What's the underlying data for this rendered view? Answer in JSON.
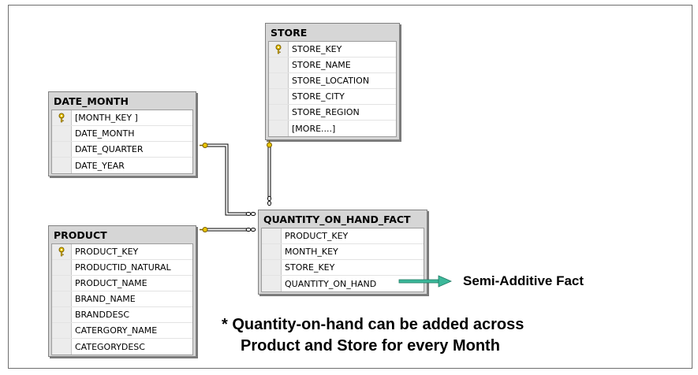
{
  "tables": {
    "store": {
      "title": "STORE",
      "columns": [
        "STORE_KEY",
        "STORE_NAME",
        "STORE_LOCATION",
        "STORE_CITY",
        "STORE_REGION",
        "[MORE....]"
      ]
    },
    "date_month": {
      "title": "DATE_MONTH",
      "columns": [
        "[MONTH_KEY ]",
        "DATE_MONTH",
        "DATE_QUARTER",
        "DATE_YEAR"
      ]
    },
    "product": {
      "title": "PRODUCT",
      "columns": [
        "PRODUCT_KEY",
        "PRODUCTID_NATURAL",
        "PRODUCT_NAME",
        "BRAND_NAME",
        "BRANDDESC",
        "CATERGORY_NAME",
        "CATEGORYDESC"
      ]
    },
    "fact": {
      "title": "QUANTITY_ON_HAND_FACT",
      "columns": [
        "PRODUCT_KEY",
        "MONTH_KEY",
        "STORE_KEY",
        "QUANTITY_ON_HAND"
      ]
    }
  },
  "annotations": {
    "semi_additive": "Semi-Additive Fact",
    "note_line1": "* Quantity-on-hand can be added across",
    "note_line2": "Product and Store for every Month"
  },
  "colors": {
    "arrow": "#3cb89a",
    "connector": "#000000",
    "key_icon": "#e8c400"
  }
}
